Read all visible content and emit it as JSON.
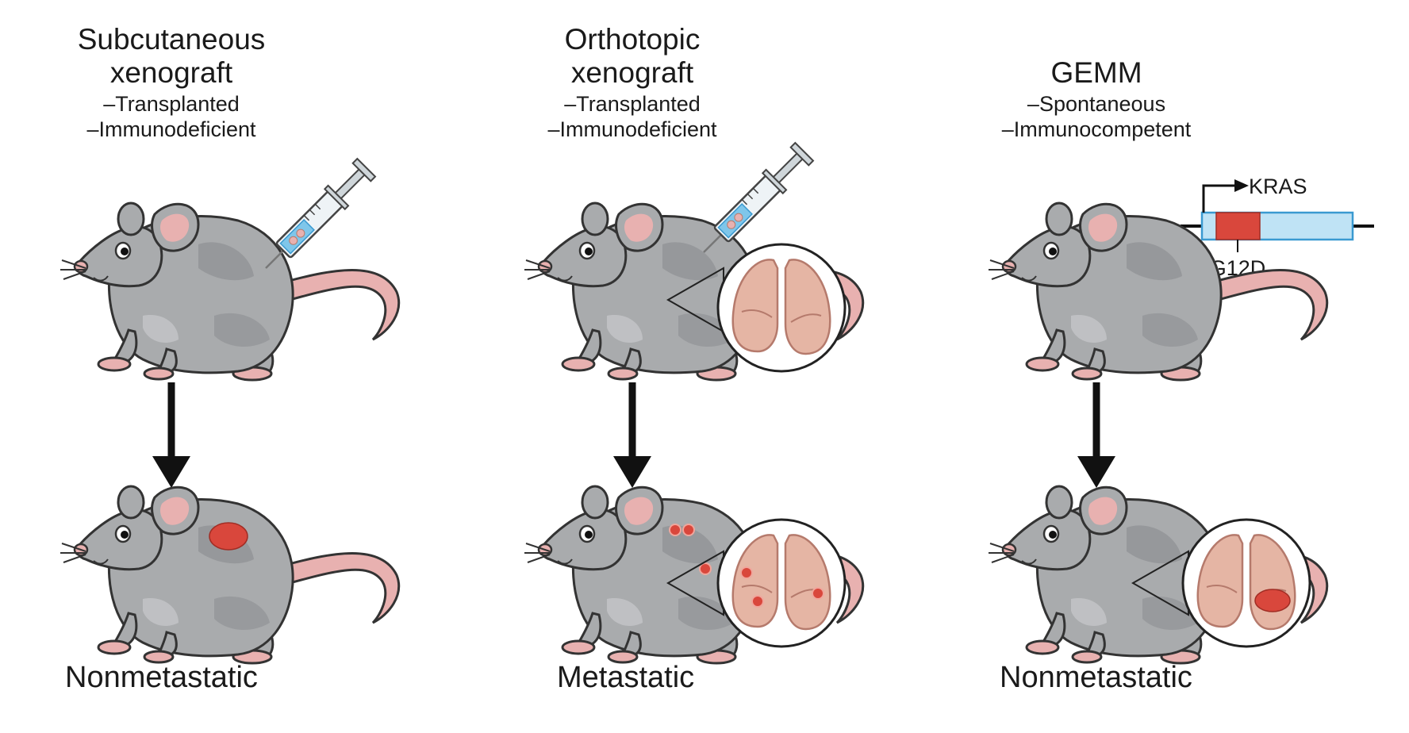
{
  "panels": [
    {
      "title_lines": [
        "Subcutaneous",
        "xenograft"
      ],
      "properties": [
        "–Transplanted",
        "–Immunodeficient"
      ],
      "outcome": "Nonmetastatic"
    },
    {
      "title_lines": [
        "Orthotopic",
        "xenograft"
      ],
      "properties": [
        "–Transplanted",
        "–Immunodeficient"
      ],
      "outcome": "Metastatic"
    },
    {
      "title_lines": [
        "GEMM"
      ],
      "properties": [
        "–Spontaneous",
        "–Immunocompetent"
      ],
      "outcome": "Nonmetastatic"
    }
  ],
  "gene_construct": {
    "gene": "KRAS",
    "mutation": "G12D"
  },
  "colors": {
    "mouse_body": "#a9abad",
    "mouse_dark": "#8e9093",
    "mouse_pink": "#e8b1b0",
    "tumor": "#d9473c",
    "lung": "#e5b5a4",
    "lung_stroke": "#b57a6c",
    "construct_fill": "#bfe3f5",
    "construct_stroke": "#3a9ad1",
    "mutation_fill": "#d9473c",
    "syringe_fluid": "#7fc6ea"
  }
}
